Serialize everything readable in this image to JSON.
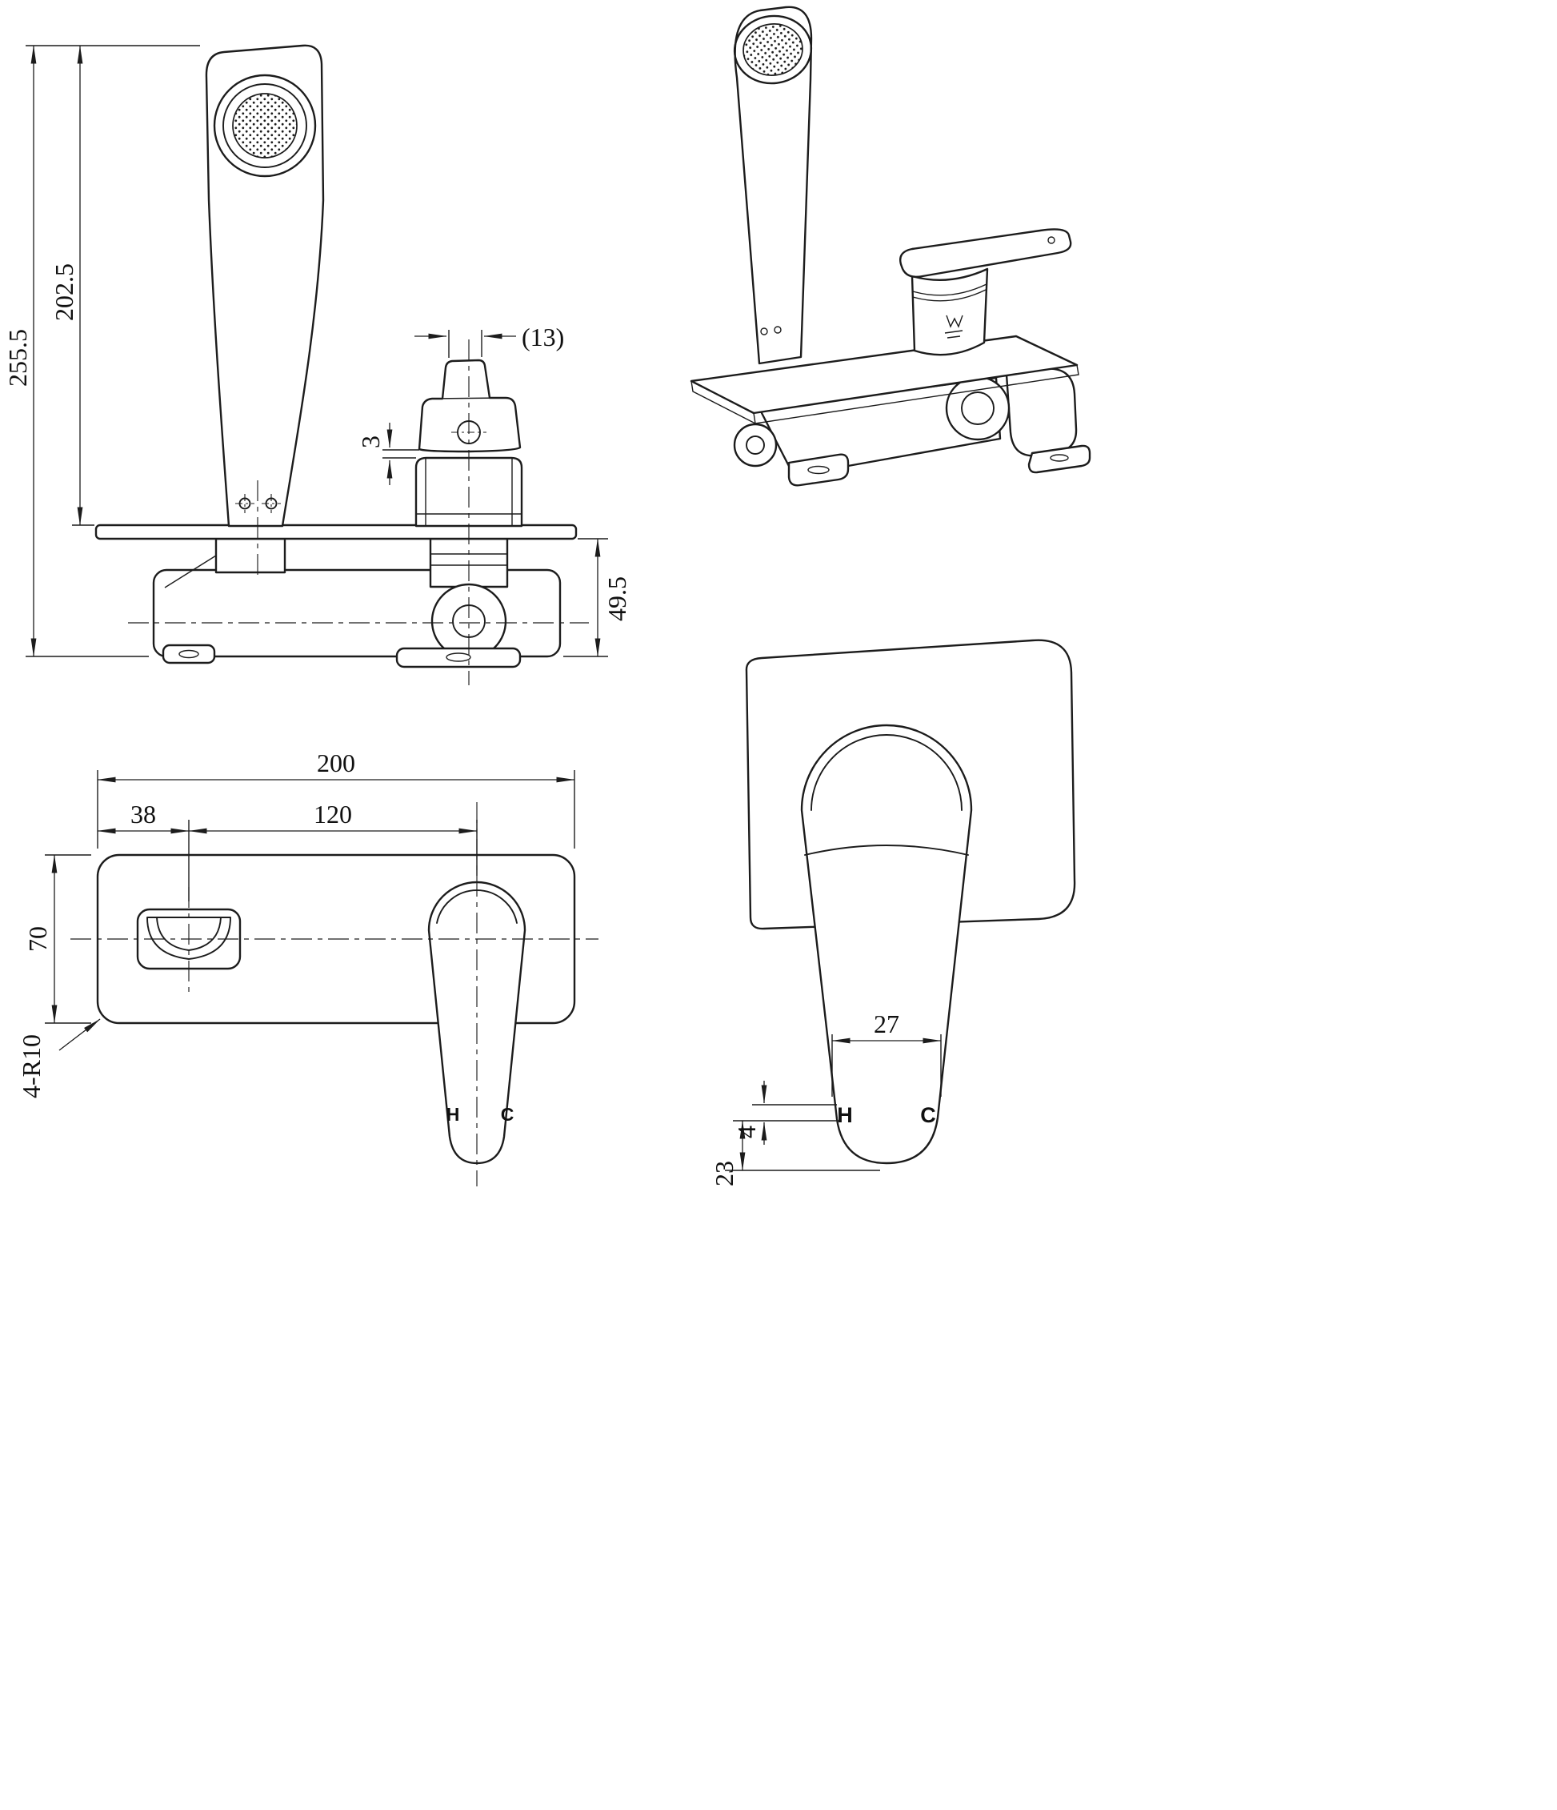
{
  "colors": {
    "line": "#1c1c1c",
    "background": "#ffffff"
  },
  "front_view": {
    "overall_height": "255.5",
    "spout_height": "202.5",
    "spout_tip_width": "(13)",
    "handle_plate_gap": "3",
    "body_height": "49.5"
  },
  "plan_view": {
    "plate_length": "200",
    "spout_center_offset": "38",
    "spout_to_handle": "120",
    "plate_width": "70",
    "corner_note": "4-R10",
    "hot": "H",
    "cold": "C"
  },
  "handle_view": {
    "handle_width": "27",
    "tip_offset": "4",
    "tip_length": "23",
    "hot": "H",
    "cold": "C"
  }
}
